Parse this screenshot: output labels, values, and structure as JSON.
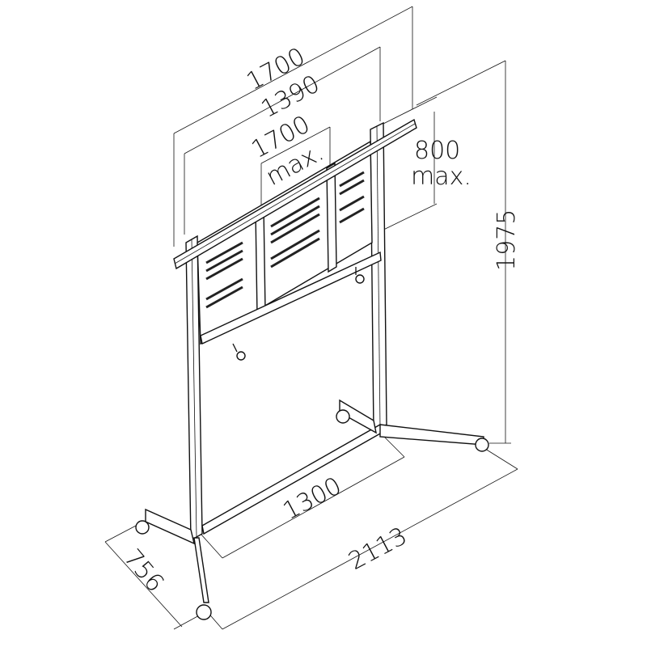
{
  "dimensions": {
    "overall_width": "1700",
    "bar_width": "1390",
    "vesa_width_max": "1700",
    "vesa_width_max_suffix": "max.",
    "vesa_height_max": "800",
    "vesa_height_max_suffix": "max.",
    "overall_height": "1975",
    "inner_width": "1300",
    "base_length": "2113",
    "base_depth": "756"
  }
}
